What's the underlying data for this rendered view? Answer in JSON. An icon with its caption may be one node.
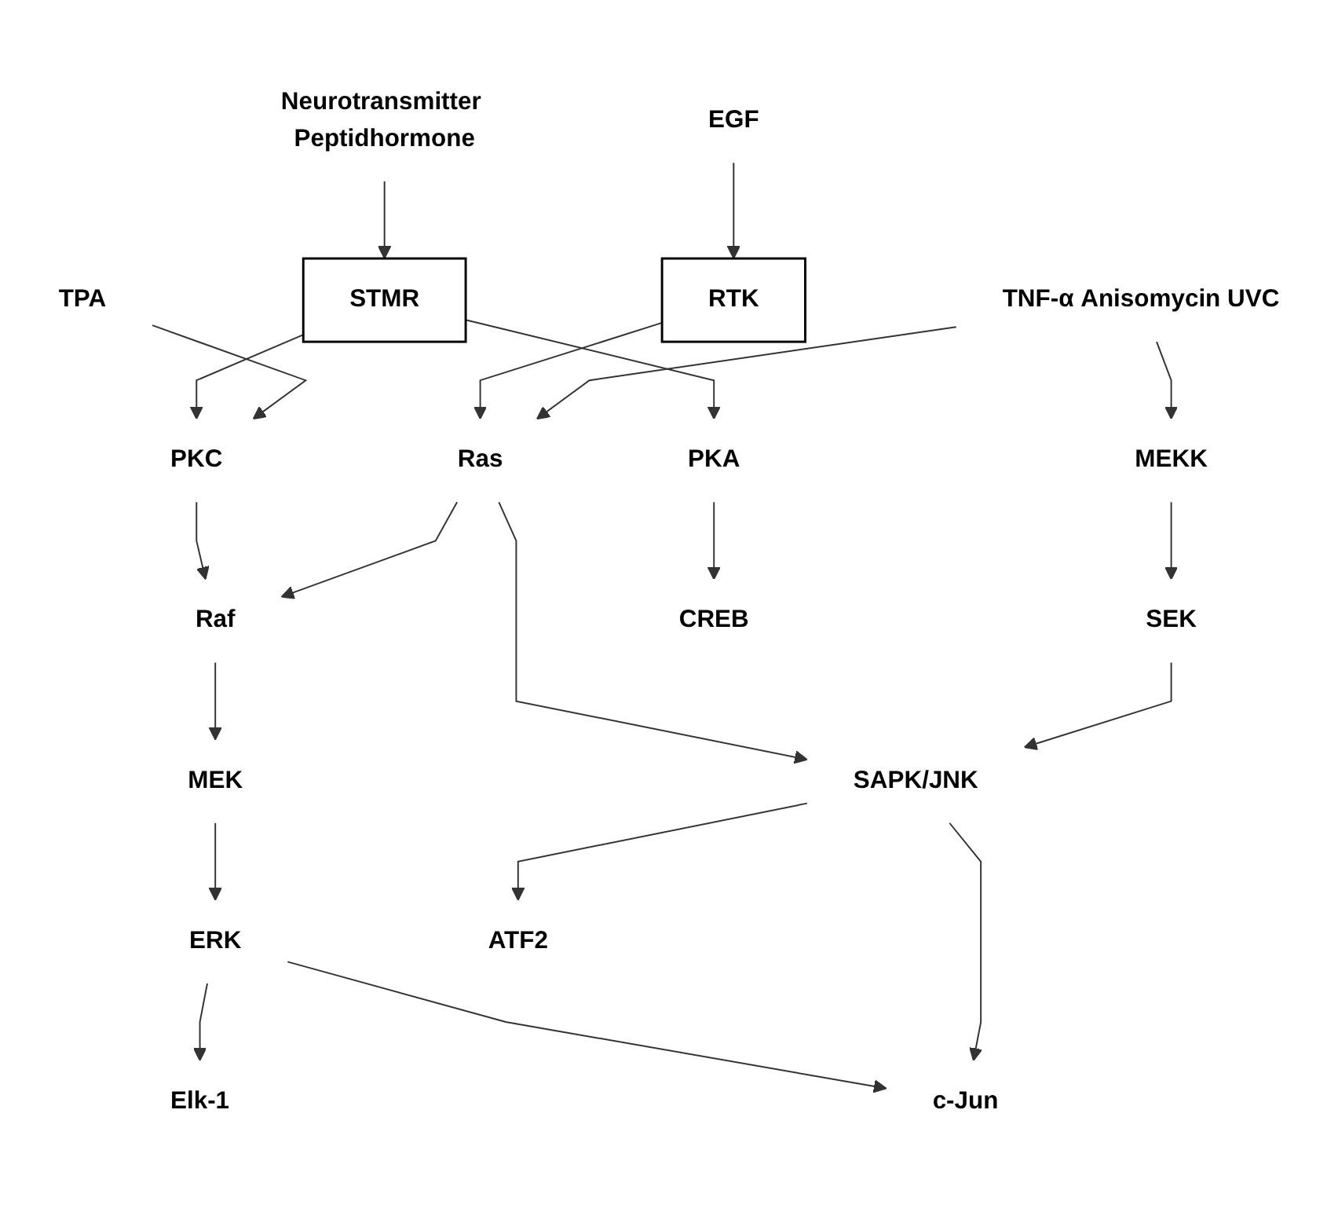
{
  "diagram": {
    "nodes": [
      {
        "text": [
          "Neurotransmitter Peptidhormone"
        ]
      },
      {
        "text": [
          "TPA"
        ]
      },
      {
        "text": [
          "EGF"
        ]
      },
      {
        "text": [
          "TNF-α Anisomycin UVC"
        ]
      },
      {
        "text": [
          "STMR"
        ]
      },
      {
        "text": [
          "RTK"
        ]
      },
      {
        "text": [
          "PKA"
        ]
      },
      {
        "text": [
          "PKC"
        ]
      },
      {
        "text": [
          "Ras"
        ]
      },
      {
        "text": [
          "Raf"
        ]
      },
      {
        "text": [
          "MEKK"
        ]
      },
      {
        "text": [
          "MEK"
        ]
      },
      {
        "text": [
          "SEK"
        ]
      },
      {
        "text": [
          "ERK"
        ]
      },
      {
        "text": [
          "SAPK/JNK"
        ]
      },
      {
        "text": [
          "CREB"
        ]
      },
      {
        "text": [
          "Elk-1"
        ]
      },
      {
        "text": [
          "c-Jun"
        ]
      },
      {
        "text": [
          "ATF2"
        ]
      }
    ],
    "edges": [
      {
        "from": 0,
        "to": 4,
        "arrow": "to"
      },
      {
        "from": 4,
        "to": 6,
        "arrow": "to"
      },
      {
        "from": 4,
        "to": 7,
        "arrow": "to"
      },
      {
        "from": 1,
        "to": 7,
        "arrow": "to"
      },
      {
        "from": 2,
        "to": 5,
        "arrow": "to"
      },
      {
        "from": 5,
        "to": 8,
        "arrow": "to"
      },
      {
        "from": 3,
        "to": 8,
        "arrow": "to"
      },
      {
        "from": 3,
        "to": 10,
        "arrow": "to"
      },
      {
        "from": 7,
        "to": 9,
        "arrow": "to"
      },
      {
        "from": 8,
        "to": 9,
        "arrow": "to"
      },
      {
        "from": 8,
        "to": 14,
        "arrow": "to"
      },
      {
        "from": 9,
        "to": 11,
        "arrow": "to"
      },
      {
        "from": 10,
        "to": 12,
        "arrow": "to"
      },
      {
        "from": 11,
        "to": 13,
        "arrow": "to"
      },
      {
        "from": 12,
        "to": 14,
        "arrow": "to"
      },
      {
        "from": 6,
        "to": 15,
        "arrow": "to"
      },
      {
        "from": 13,
        "to": 16,
        "arrow": "to"
      },
      {
        "from": 13,
        "to": 17,
        "arrow": "to"
      },
      {
        "from": 14,
        "to": 17,
        "arrow": "to"
      },
      {
        "from": 14,
        "to": 18,
        "arrow": "to"
      }
    ]
  }
}
